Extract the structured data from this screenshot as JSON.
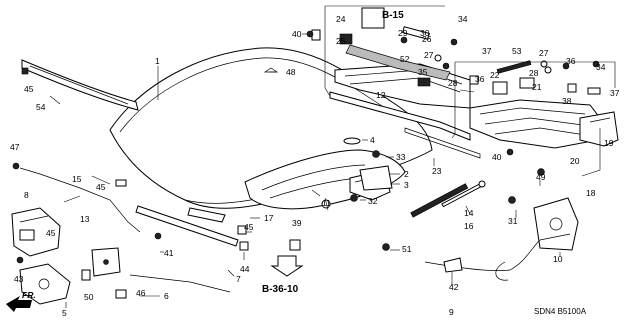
{
  "diagram": {
    "section_refs": [
      "B-15",
      "B-36-10"
    ],
    "footer_code": "SDN4  B5100A",
    "direction_label": "FR.",
    "callouts": [
      "1",
      "2",
      "3",
      "4",
      "5",
      "6",
      "7",
      "8",
      "9",
      "10",
      "11",
      "12",
      "13",
      "14",
      "15",
      "16",
      "17",
      "18",
      "19",
      "20",
      "21",
      "22",
      "23",
      "24",
      "25",
      "26",
      "27",
      "28",
      "29",
      "30",
      "31",
      "32",
      "33",
      "34",
      "35",
      "36",
      "37",
      "38",
      "39",
      "40",
      "41",
      "42",
      "43",
      "44",
      "45",
      "46",
      "47",
      "48",
      "49",
      "50",
      "51",
      "52",
      "53",
      "54"
    ],
    "callout_repeats": {
      "40": 2,
      "45": 4,
      "37": 2,
      "36": 2,
      "34": 2,
      "27": 2,
      "28": 2
    }
  }
}
